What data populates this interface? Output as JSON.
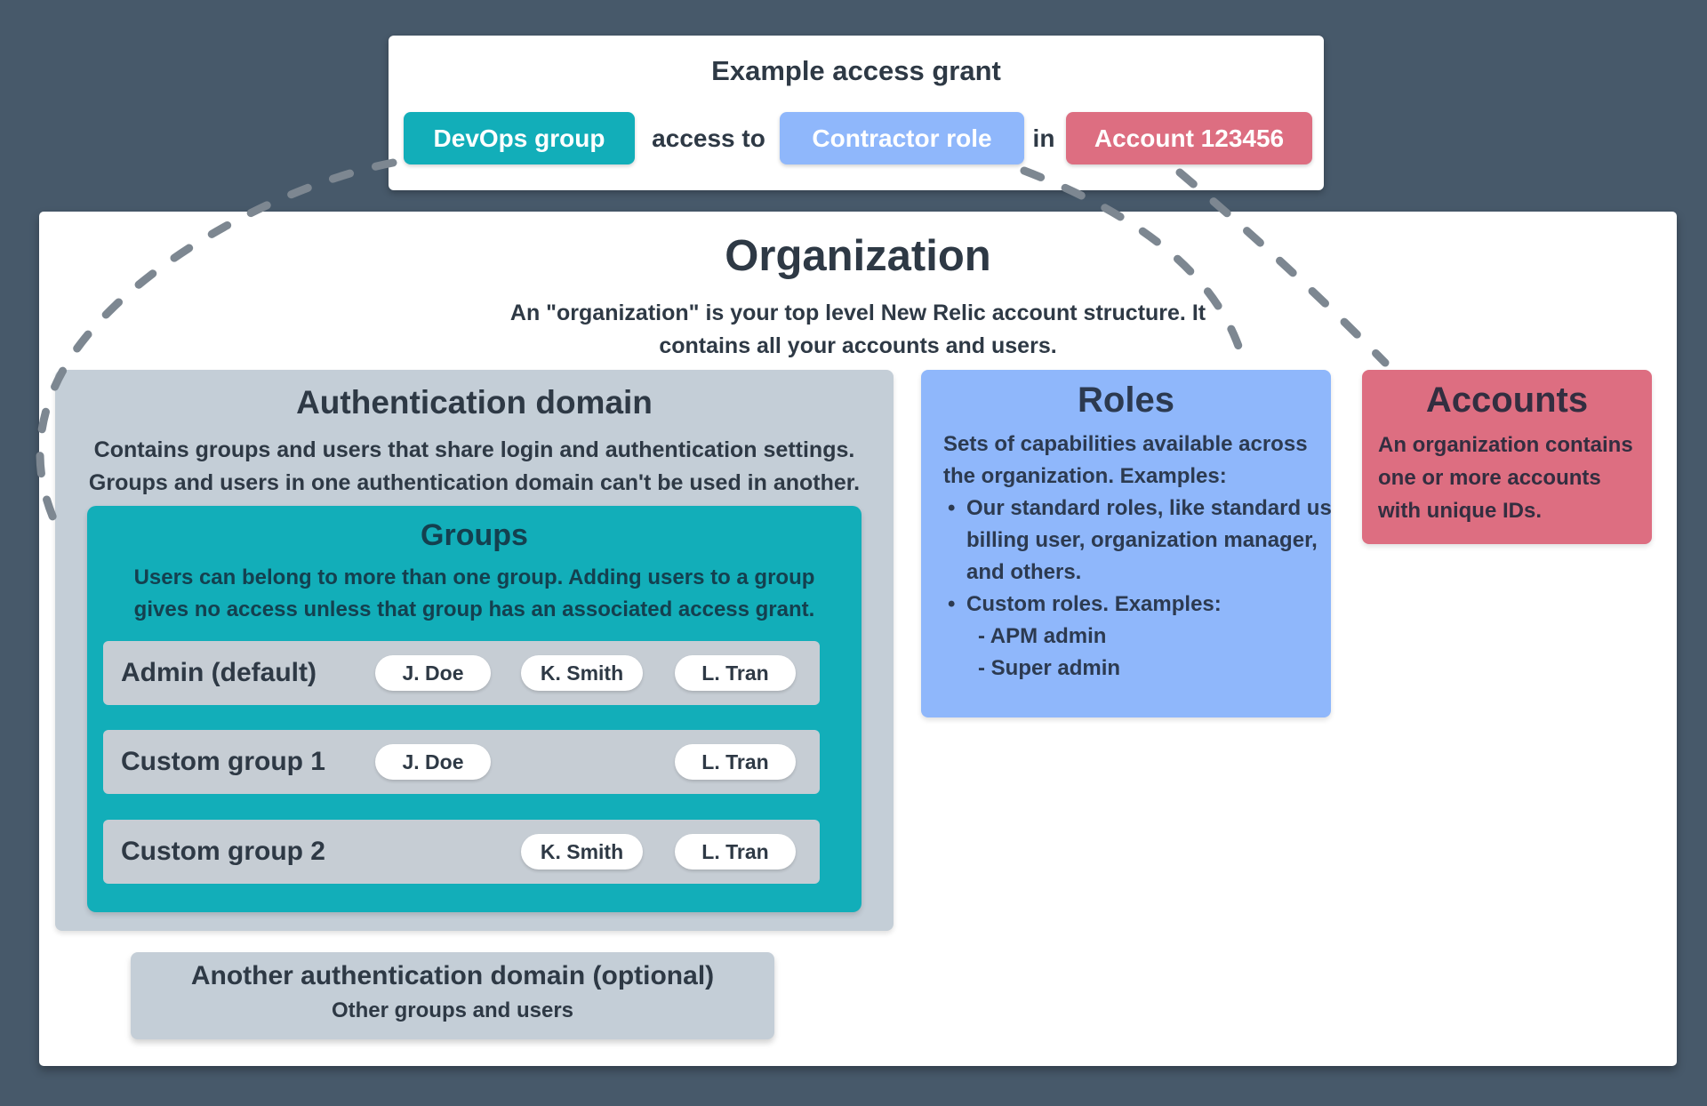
{
  "colors": {
    "background": "#47596a",
    "card": "#ffffff",
    "teal": "#12aeb9",
    "periwinkle": "#8fb7fb",
    "rose": "#dd6e81",
    "panel_gray": "#c4ced7",
    "row_gray": "#c6cdd4",
    "text_dark": "#2e3945",
    "text_on_teal": "#14404f",
    "dash_gray": "#7d8791"
  },
  "access_grant": {
    "title": "Example access grant",
    "group_button": "DevOps group",
    "access_to": "access to",
    "role_button": "Contractor role",
    "in": "in",
    "account_button": "Account 123456"
  },
  "organization": {
    "title": "Organization",
    "subtitle_lines": [
      "An \"organization\" is your top level New Relic account structure. It",
      "contains all your accounts and users."
    ]
  },
  "auth_domain": {
    "title": "Authentication domain",
    "description_lines": [
      "Contains groups and users that share login and authentication settings.",
      "Groups and users in one authentication domain can't be used in another."
    ],
    "groups": {
      "title": "Groups",
      "description_lines": [
        "Users can belong to more than one group. Adding users to a group",
        "gives no access unless that group has an associated access grant."
      ],
      "rows": [
        {
          "label": "Admin (default)",
          "members": [
            "J. Doe",
            "K. Smith",
            "L. Tran"
          ]
        },
        {
          "label": "Custom group 1",
          "members": [
            "J. Doe",
            "L. Tran"
          ]
        },
        {
          "label": "Custom group 2",
          "members": [
            "K. Smith",
            "L. Tran"
          ]
        }
      ]
    }
  },
  "another_domain": {
    "title": "Another authentication domain (optional)",
    "subtitle": "Other groups and users"
  },
  "roles": {
    "title": "Roles",
    "intro_lines": [
      "Sets of capabilities available across",
      "the organization. Examples:"
    ],
    "bullets": [
      {
        "text": "Our standard roles, like standard user, billing user, organization manager, and others."
      },
      {
        "text": "Custom roles. Examples:",
        "subitems": [
          "- APM admin",
          "- Super admin"
        ]
      }
    ]
  },
  "accounts": {
    "title": "Accounts",
    "body_lines": [
      "An organization contains",
      "one or more accounts",
      "with unique IDs."
    ]
  }
}
